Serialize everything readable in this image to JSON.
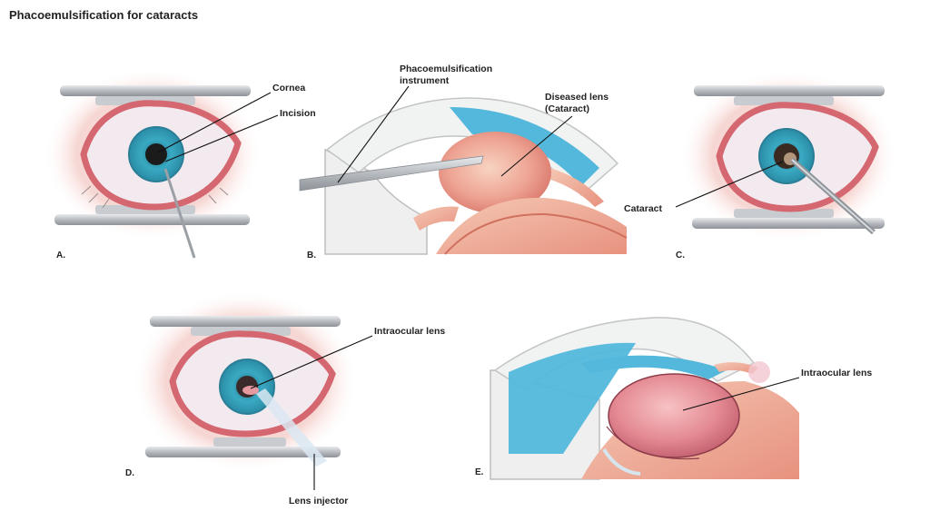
{
  "title": "Phacoemulsification for cataracts",
  "panels": {
    "a": {
      "letter": "A.",
      "labels": {
        "cornea": "Cornea",
        "incision": "Incision"
      }
    },
    "b": {
      "letter": "B.",
      "labels": {
        "instrument_line1": "Phacoemulsification",
        "instrument_line2": "instrument",
        "lens_line1": "Diseased lens",
        "lens_line2": "(Cataract)"
      }
    },
    "c": {
      "letter": "C.",
      "labels": {
        "cataract": "Cataract"
      }
    },
    "d": {
      "letter": "D.",
      "labels": {
        "iol": "Intraocular lens",
        "injector": "Lens injector"
      }
    },
    "e": {
      "letter": "E.",
      "labels": {
        "iol": "Intraocular lens"
      }
    }
  },
  "colors": {
    "skin": "#f6d9d6",
    "lid": "#d9727a",
    "sclera": "#f4eef2",
    "iris": "#3aa9c2",
    "pupil": "#1b1b1b",
    "speculum": "#c9ccd0",
    "cornea_blue": "#53b8db",
    "lens_pink": "#e9a39c"
  }
}
